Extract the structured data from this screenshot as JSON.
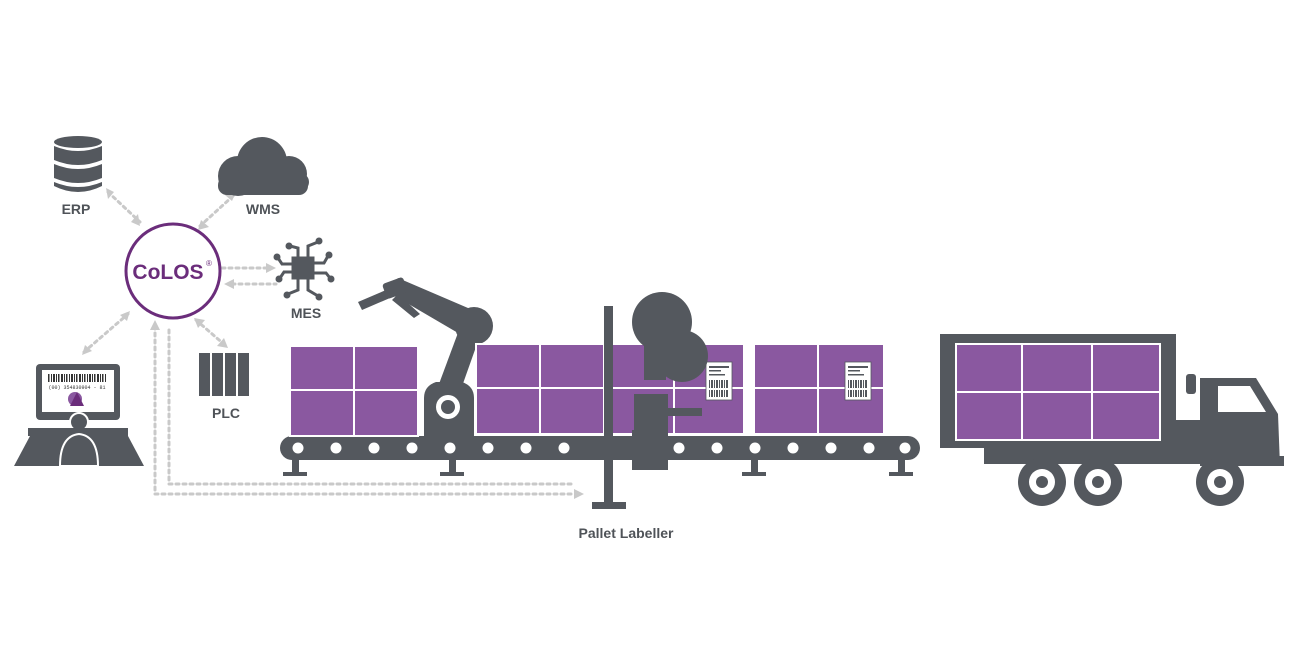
{
  "colors": {
    "gray": "#54585e",
    "purple": "#8a58a0",
    "accent": "#6b2d7b",
    "dots": "#c9c9c9",
    "white": "#ffffff"
  },
  "hub": {
    "label": "CoLOS",
    "mark": "®"
  },
  "systems": {
    "erp": {
      "label": "ERP",
      "icon": "database-icon"
    },
    "wms": {
      "label": "WMS",
      "icon": "cloud-icon"
    },
    "mes": {
      "label": "MES",
      "icon": "chip-icon"
    },
    "plc": {
      "label": "PLC",
      "icon": "plc-rack-icon"
    }
  },
  "workstation": {
    "icon": "operator-workstation-icon",
    "screen_code": "(00) 354830904 - 81"
  },
  "line": {
    "robot_icon": "robot-arm-icon",
    "labeller": {
      "label": "Pallet Labeller",
      "icon": "pallet-labeller-icon"
    },
    "conveyor_icon": "conveyor-icon",
    "truck_icon": "truck-icon"
  }
}
